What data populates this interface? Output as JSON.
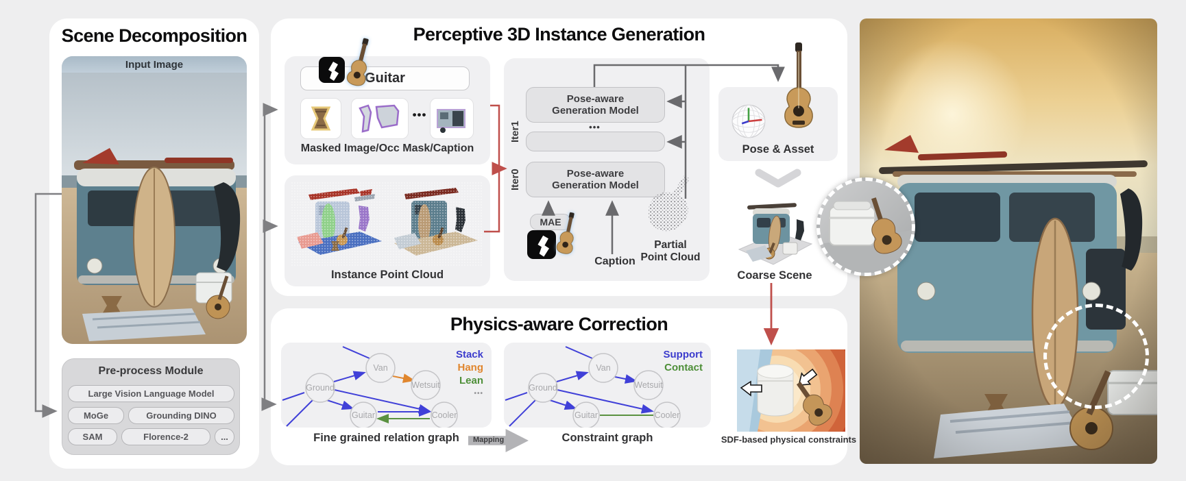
{
  "scene_decomposition": {
    "title": "Scene Decomposition",
    "input_image_label": "Input Image",
    "preprocess": {
      "title": "Pre-process Module",
      "row1": "Large Vision Language Model",
      "row2": [
        "MoGe",
        "Grounding DINO"
      ],
      "row3": [
        "SAM",
        "Florence-2",
        "..."
      ]
    }
  },
  "perceptive": {
    "title": "Perceptive 3D Instance Generation",
    "masked_card": {
      "object_label": "Guitar",
      "dots": "•••",
      "caption": "Masked Image/Occ Mask/Caption"
    },
    "instance_card": {
      "caption": "Instance Point Cloud"
    },
    "iter_diagram": {
      "iter1": "Iter1",
      "iter0": "Iter0",
      "model_label_line1": "Pose-aware",
      "model_label_line2": "Generation Model",
      "dots": "•••",
      "mae": "MAE",
      "caption_label": "Caption",
      "partial_line1": "Partial",
      "partial_line2": "Point Cloud"
    },
    "pose_asset_label": "Pose & Asset",
    "coarse_scene_label": "Coarse Scene"
  },
  "physics": {
    "title": "Physics-aware Correction",
    "fine_graph": {
      "caption": "Fine grained relation graph",
      "legend": {
        "stack": "Stack",
        "hang": "Hang",
        "lean": "Lean",
        "dots": "•••"
      },
      "nodes": {
        "ground": "Ground",
        "van": "Van",
        "wetsuit": "Wetsuit",
        "guitar": "Guitar",
        "cooler": "Cooler"
      }
    },
    "mapping_label": "Mapping",
    "constraint_graph": {
      "caption": "Constraint graph",
      "legend": {
        "support": "Support",
        "contact": "Contact"
      },
      "nodes": {
        "ground": "Ground",
        "van": "Van",
        "wetsuit": "Wetsuit",
        "guitar": "Guitar",
        "cooler": "Cooler"
      }
    },
    "sdf_caption": "SDF-based physical constraints"
  },
  "colors": {
    "stack_support_blue": "#3c3ccd",
    "hang_orange": "#e0862e",
    "lean_contact_green": "#4e8f38",
    "red_connector": "#bf4f4b",
    "gray_connector": "#7f7f82"
  }
}
